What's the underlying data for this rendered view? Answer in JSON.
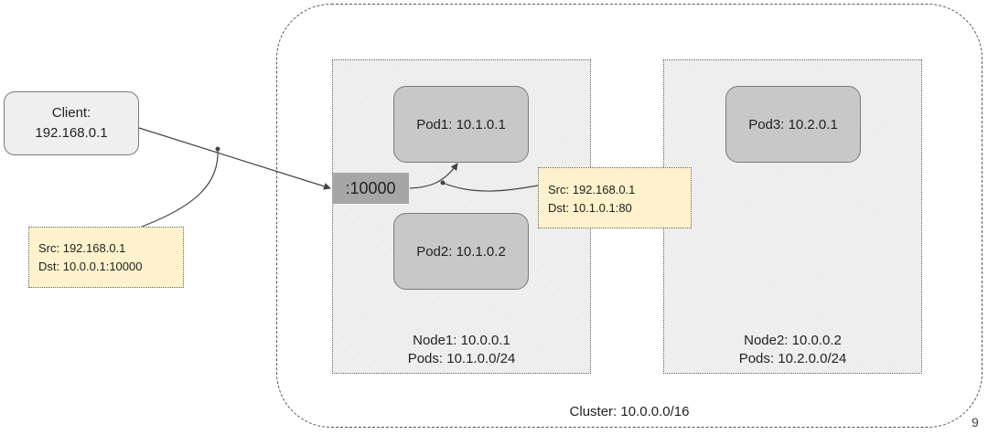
{
  "cluster": {
    "label": "Cluster: 10.0.0.0/16"
  },
  "nodes": [
    {
      "name": "Node1: 10.0.0.1",
      "pods_cidr": "Pods: 10.1.0.0/24"
    },
    {
      "name": "Node2: 10.0.0.2",
      "pods_cidr": "Pods: 10.2.0.0/24"
    }
  ],
  "pods": [
    {
      "label": "Pod1: 10.1.0.1"
    },
    {
      "label": "Pod2: 10.1.0.2"
    },
    {
      "label": "Pod3: 10.2.0.1"
    }
  ],
  "client": {
    "line1": "Client:",
    "line2": "192.168.0.1"
  },
  "service_port": ":10000",
  "packets": [
    {
      "src": "Src: 192.168.0.1",
      "dst": "Dst: 10.0.0.1:10000"
    },
    {
      "src": "Src: 192.168.0.1",
      "dst": "Dst: 10.1.0.1:80"
    }
  ],
  "page_number": "9",
  "colors": {
    "pod_fill": "#c8c8c8",
    "node_fill": "#eeeeee",
    "note_fill": "#fff2cc",
    "port_fill": "#a6a6a6"
  }
}
